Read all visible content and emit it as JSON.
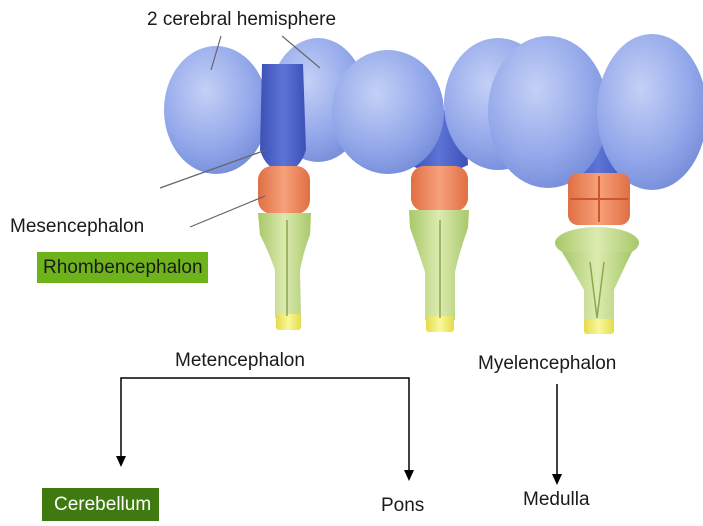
{
  "labels": {
    "hemisphere": "2 cerebral hemisphere",
    "mesencephalon": "Mesencephalon",
    "rhombencephalon": "Rhombencephalon",
    "metencephalon": "Metencephalon",
    "myelencephalon": "Myelencephalon",
    "cerebellum": "Cerebellum",
    "pons": "Pons",
    "medulla": "Medulla"
  },
  "colors": {
    "hemisphere_blue": "#8fa6ea",
    "diencephalon_blue": "#4d63c8",
    "mesencephalon_orange": "#ec8a5e",
    "rhombencephalon_green": "#c3dc86",
    "spinal_yellow": "#f2ef6a",
    "label_highlight_green": "#6fb31c",
    "label_highlight_dark_green": "#3f7a10"
  }
}
